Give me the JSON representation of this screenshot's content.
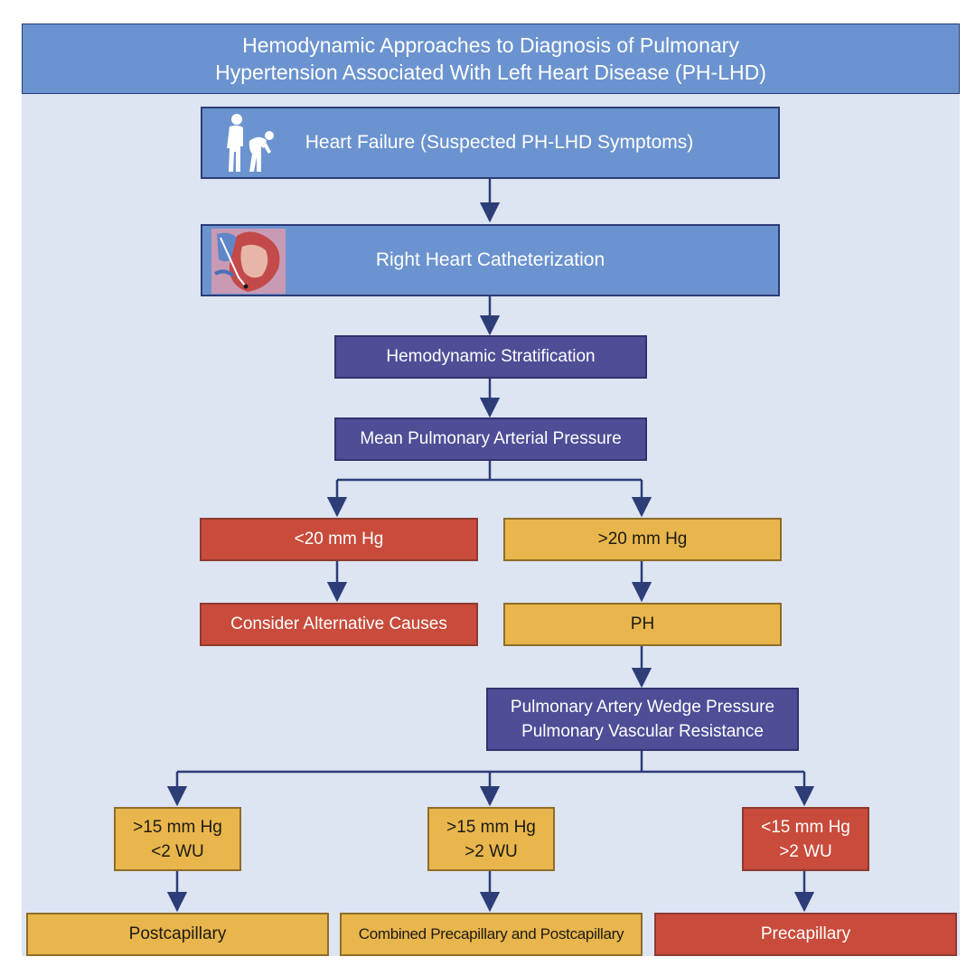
{
  "title": {
    "line1": "Hemodynamic Approaches to Diagnosis of Pulmonary",
    "line2": "Hypertension Associated With Left Heart Disease (PH-LHD)"
  },
  "colors": {
    "blue": "#6b93cf",
    "purple": "#4e4d96",
    "red": "#c84b3b",
    "yellow": "#e8b64c",
    "arrow": "#2c3d77",
    "panel": "#dde4f2"
  },
  "icons": [
    "patients-figures-icon",
    "heart-catheter-illustration-icon"
  ],
  "nodes": {
    "heart_failure": "Heart Failure (Suspected PH-LHD Symptoms)",
    "rhc": "Right Heart Catheterization",
    "stratification": "Hemodynamic Stratification",
    "mpap": "Mean Pulmonary Arterial Pressure",
    "lt20": "<20 mm Hg",
    "gt20": ">20 mm Hg",
    "alt_causes": "Consider Alternative Causes",
    "ph": "PH",
    "pawp_line1": "Pulmonary Artery Wedge Pressure",
    "pawp_line2": "Pulmonary Vascular Resistance",
    "b1_line1": ">15 mm Hg",
    "b1_line2": "<2 WU",
    "b2_line1": ">15 mm Hg",
    "b2_line2": ">2 WU",
    "b3_line1": "<15 mm Hg",
    "b3_line2": ">2 WU",
    "postcapillary": "Postcapillary",
    "combined": "Combined Precapillary and Postcapillary",
    "precapillary": "Precapillary"
  }
}
